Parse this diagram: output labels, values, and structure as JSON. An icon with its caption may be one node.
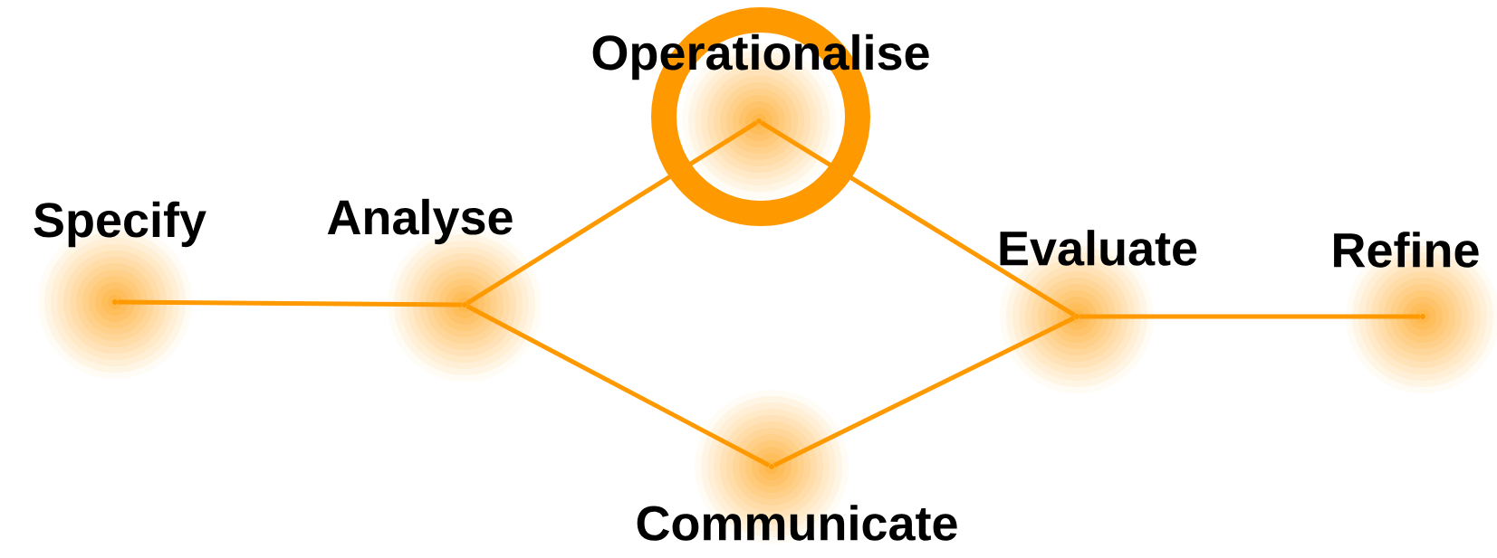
{
  "diagram": {
    "nodes": [
      {
        "text": [
          "Specify"
        ]
      },
      {
        "text": [
          "Analyse"
        ]
      },
      {
        "text": [
          "Operationalise"
        ]
      },
      {
        "text": [
          "Communicate"
        ]
      },
      {
        "text": [
          "Evaluate"
        ]
      },
      {
        "text": [
          "Refine"
        ]
      }
    ],
    "edges": [
      {
        "from": 0,
        "to": 1,
        "arrow": "none"
      },
      {
        "from": 1,
        "to": 2,
        "arrow": "none"
      },
      {
        "from": 1,
        "to": 3,
        "arrow": "none"
      },
      {
        "from": 2,
        "to": 4,
        "arrow": "none"
      },
      {
        "from": 3,
        "to": 4,
        "arrow": "none"
      },
      {
        "from": 4,
        "to": 5,
        "arrow": "none"
      }
    ]
  }
}
